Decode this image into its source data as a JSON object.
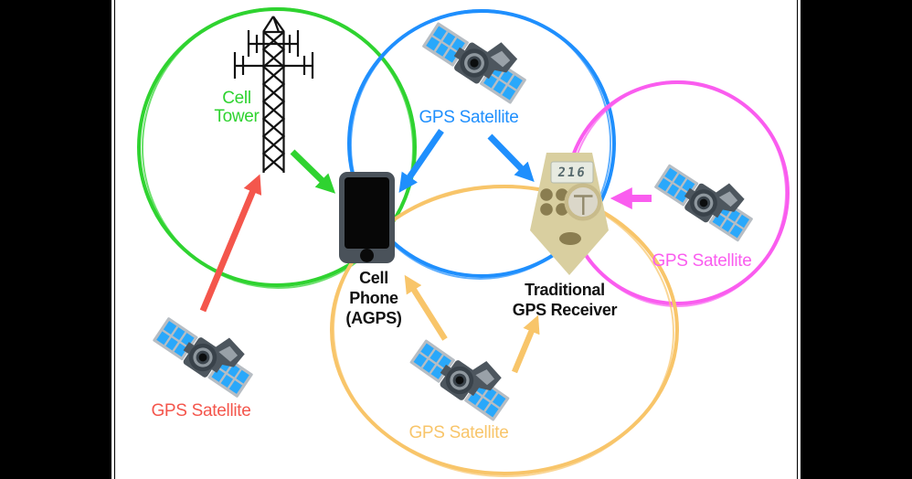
{
  "canvas": {
    "background": "#ffffff",
    "letterbox_color": "#000000"
  },
  "nodes": {
    "cell_tower": {
      "label": "Cell\nTower",
      "color": "#2fd330",
      "icon": "cell-tower-icon"
    },
    "gps_satellite_top": {
      "label": "GPS Satellite",
      "color": "#1f8ffd",
      "icon": "gps-satellite-icon"
    },
    "gps_satellite_right": {
      "label": "GPS Satellite",
      "color": "#fa5def",
      "icon": "gps-satellite-icon"
    },
    "gps_satellite_bottom": {
      "label": "GPS Satellite",
      "color": "#f8c56a",
      "icon": "gps-satellite-icon"
    },
    "gps_satellite_left": {
      "label": "GPS Satellite",
      "color": "#f4564c",
      "icon": "gps-satellite-icon"
    },
    "cell_phone": {
      "label": "Cell\nPhone\n(AGPS)",
      "color": "#111111",
      "icon": "smartphone-icon"
    },
    "gps_receiver": {
      "label": "Traditional\nGPS Receiver",
      "color": "#111111",
      "icon": "handheld-gps-receiver-icon",
      "lcd_value": "216"
    }
  },
  "connections": [
    {
      "from": "cell_tower",
      "to": "cell_phone",
      "color": "#2fd330"
    },
    {
      "from": "gps_satellite_left",
      "to": "cell_tower",
      "color": "#f4564c"
    },
    {
      "from": "gps_satellite_top",
      "to": "cell_phone",
      "color": "#1f8ffd"
    },
    {
      "from": "gps_satellite_top",
      "to": "gps_receiver",
      "color": "#1f8ffd"
    },
    {
      "from": "gps_satellite_right",
      "to": "gps_receiver",
      "color": "#fa5def"
    },
    {
      "from": "gps_satellite_bottom",
      "to": "cell_phone",
      "color": "#f8c56a"
    },
    {
      "from": "gps_satellite_bottom",
      "to": "gps_receiver",
      "color": "#f8c56a"
    }
  ]
}
